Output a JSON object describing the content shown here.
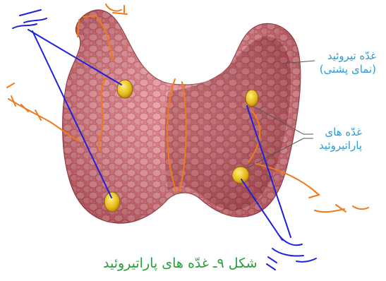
{
  "labels": {
    "thyroid_line1": "غدّه تیروئید",
    "thyroid_line2": "(نمای پشتی)",
    "parathyroid_line1": "غدّه های",
    "parathyroid_line2": "پاراتیروئید"
  },
  "caption": "شکل ۹ـ غدّه های پاراتیروئید",
  "colors": {
    "label_blue": "#2d9bd6",
    "caption_green": "#2a9d3a",
    "gland_pink": "#d9737c",
    "gland_dark": "#a33d45",
    "parathyroid_yellow": "#e8c21e",
    "annotation_blue": "#1c22d8",
    "annotation_orange": "#f07a1c"
  },
  "icons": {
    "parathyroid_gland": "yellow-nodule",
    "handwriting": "pen-scribble"
  }
}
